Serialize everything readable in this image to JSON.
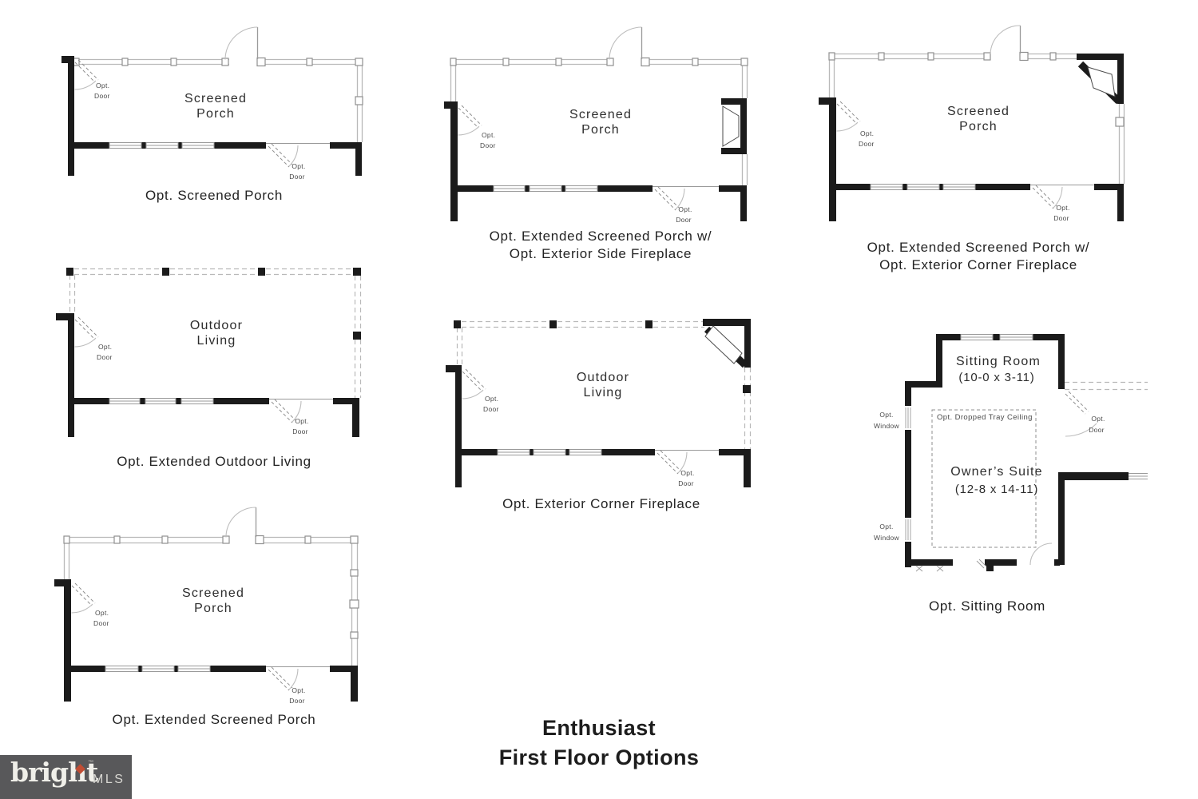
{
  "title": {
    "line1": "Enthusiast",
    "line2": "First Floor Options"
  },
  "labels": {
    "opt": "Opt.",
    "door": "Door",
    "window": "Window"
  },
  "plans": {
    "screened_porch": {
      "room1": "Screened",
      "room2": "Porch",
      "caption1": "Opt. Screened Porch"
    },
    "ext_porch_side_fp": {
      "room1": "Screened",
      "room2": "Porch",
      "caption1": "Opt. Extended Screened Porch w/",
      "caption2": "Opt. Exterior Side Fireplace"
    },
    "ext_porch_corner_fp": {
      "room1": "Screened",
      "room2": "Porch",
      "caption1": "Opt. Extended Screened Porch w/",
      "caption2": "Opt. Exterior Corner Fireplace"
    },
    "ext_outdoor_living": {
      "room1": "Outdoor",
      "room2": "Living",
      "caption1": "Opt. Extended Outdoor Living"
    },
    "corner_fireplace": {
      "room1": "Outdoor",
      "room2": "Living",
      "caption1": "Opt. Exterior Corner Fireplace"
    },
    "sitting_room": {
      "room1": "Sitting Room",
      "dim1": "(10-0 x 3-11)",
      "tray": "Opt. Dropped Tray Ceiling",
      "room2": "Owner’s Suite",
      "dim2": "(12-8 x 14-11)",
      "caption1": "Opt. Sitting Room"
    },
    "ext_screened_porch": {
      "room1": "Screened",
      "room2": "Porch",
      "caption1": "Opt. Extended Screened Porch"
    }
  },
  "watermark": {
    "brand": "bright",
    "tm": "™",
    "suffix": "MLS",
    "bar_color": "#58585a",
    "diamond_color": "#c14d33"
  }
}
